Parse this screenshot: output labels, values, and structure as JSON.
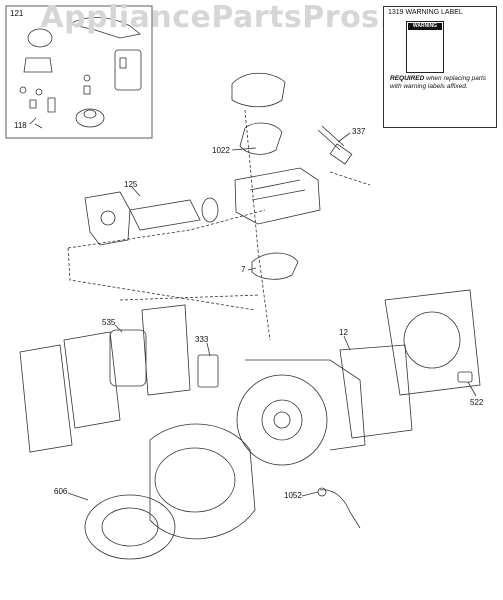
{
  "watermark": "AppliancePartsPros.com",
  "kit_box_label": "121",
  "warning": {
    "number_label": "1319 WARNING LABEL",
    "header": "WARNING",
    "required_word": "REQUIRED",
    "note": "when replacing parts with warning labels affixed."
  },
  "callouts": {
    "c118": "118",
    "c1022": "1022",
    "c337": "337",
    "c125": "125",
    "c7": "7",
    "c535": "535",
    "c333": "333",
    "c12": "12",
    "c522": "522",
    "c606": "606",
    "c1052": "1052"
  },
  "colors": {
    "line": "#333333",
    "watermark": "#d6d6d6"
  }
}
